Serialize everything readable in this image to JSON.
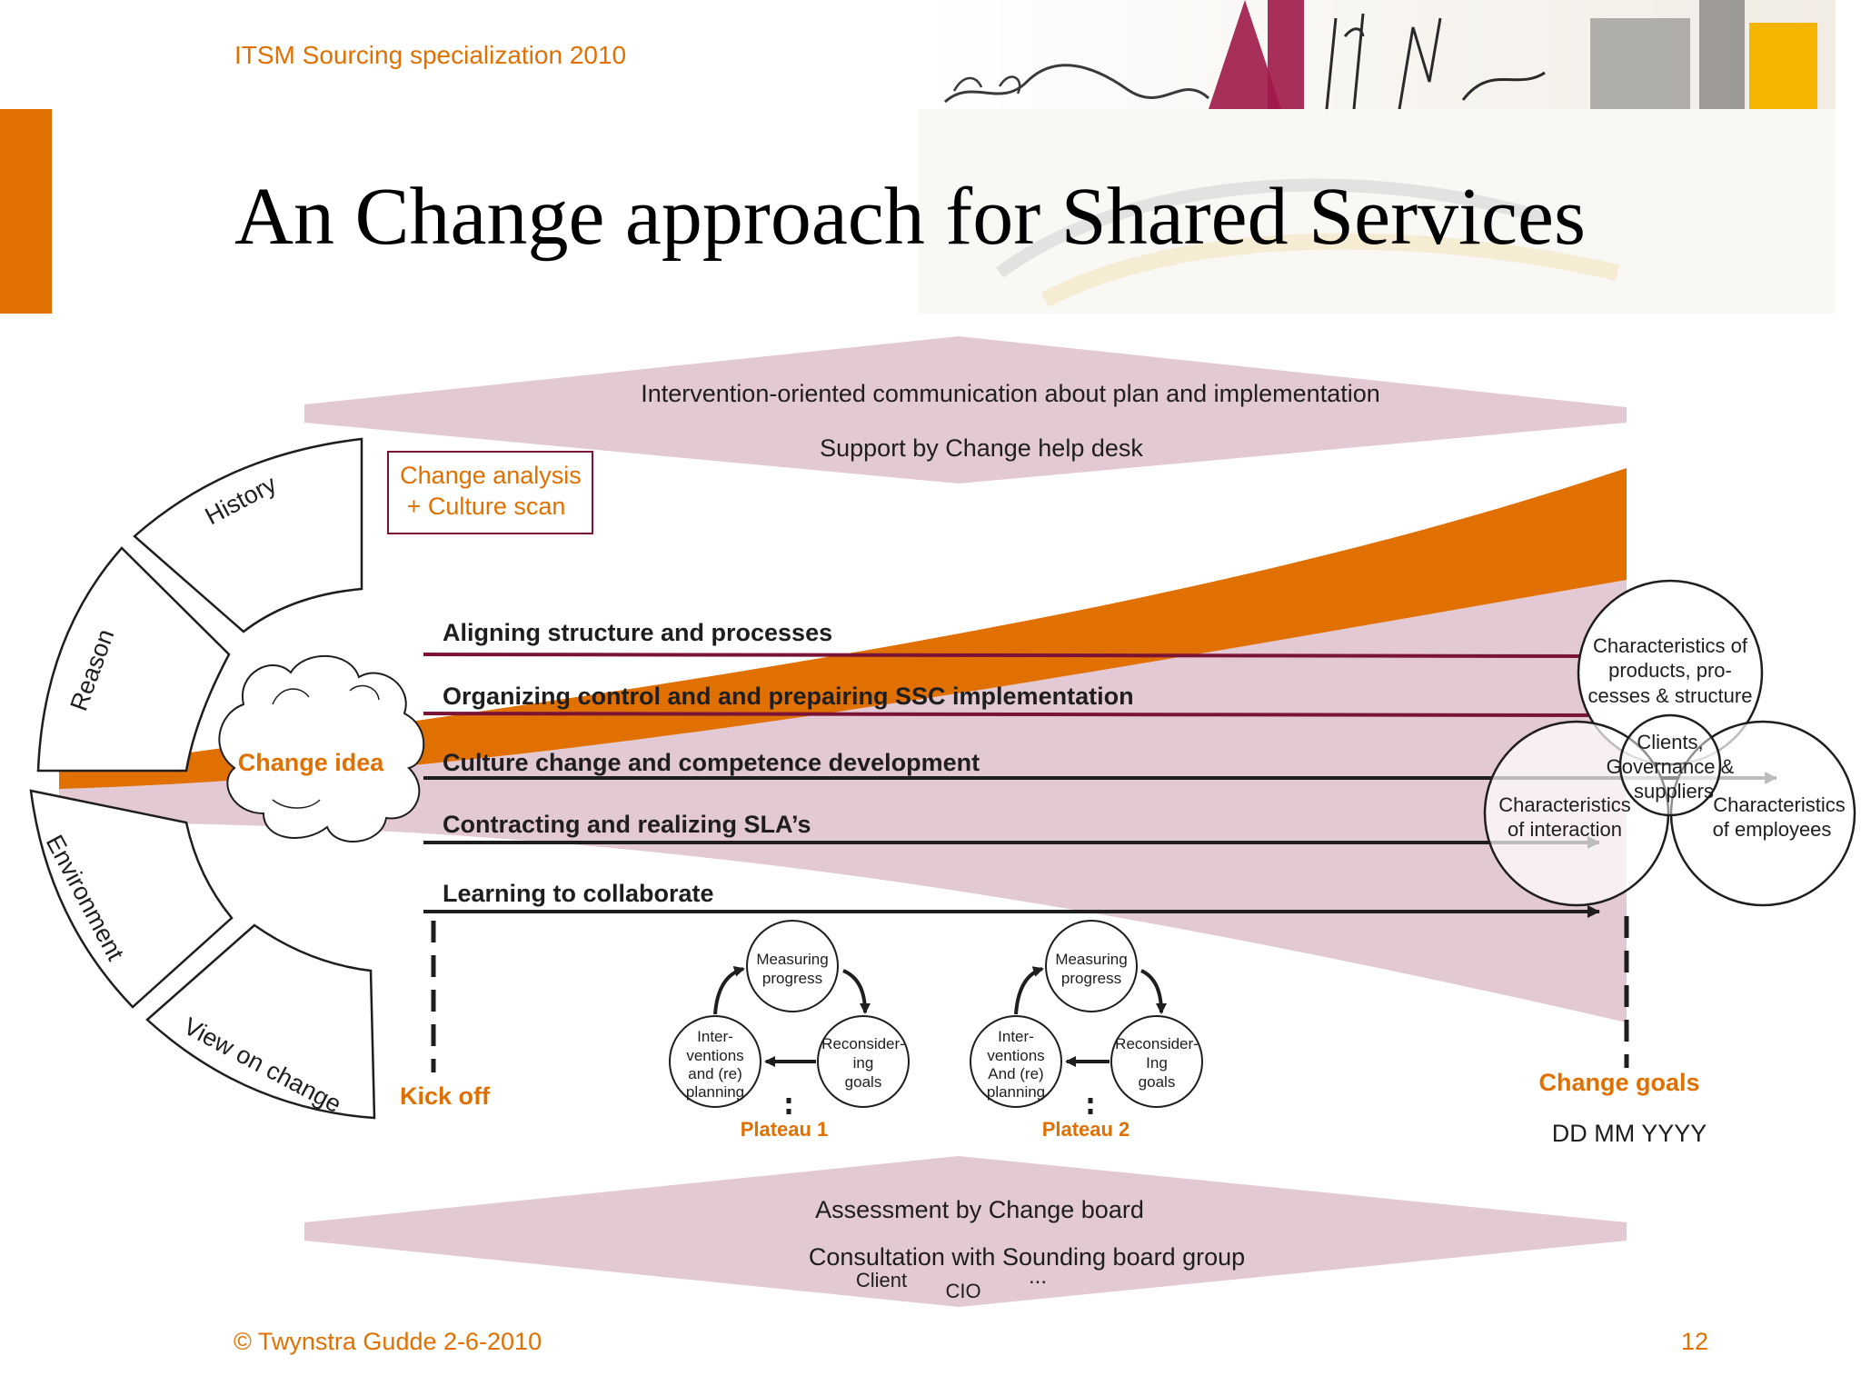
{
  "header": {
    "course_label": "ITSM Sourcing specialization 2010",
    "title": "An Change approach for Shared Services"
  },
  "top_banner": {
    "line1": "Intervention-oriented communication about plan and implementation",
    "line2": "Support by Change help desk"
  },
  "analysis_box": {
    "line1": "Change analysis",
    "line2": "+ Culture scan"
  },
  "arc_segments": [
    "History",
    "Reason",
    "Environment",
    "View on change"
  ],
  "cloud_label": "Change idea",
  "streams": [
    "Aligning structure and processes",
    "Organizing control and  and prepairing SSC implementation",
    "Culture change and competence development",
    "Contracting and realizing SLA’s",
    "Learning to collaborate"
  ],
  "kickoff_label": "Kick off",
  "plateaus": [
    {
      "label": "Plateau 1",
      "top": [
        "Measuring",
        "progress"
      ],
      "right": [
        "Reconsider-",
        "ing",
        "goals"
      ],
      "left": [
        "Inter-",
        "ventions",
        "and (re)",
        "planning"
      ]
    },
    {
      "label": "Plateau 2",
      "top": [
        "Measuring",
        "progress"
      ],
      "right": [
        "Reconsider-",
        "Ing",
        "goals"
      ],
      "left": [
        "Inter-",
        "ventions",
        "And (re)",
        "planning"
      ]
    }
  ],
  "venn": {
    "top": [
      "Characteristics of",
      "products, pro-",
      "cesses &  structure"
    ],
    "center": [
      "Clients,",
      "Governance &",
      "suppliers"
    ],
    "left": [
      "Characteristics",
      "of  interaction"
    ],
    "right": [
      "Characteristics",
      "of  employees"
    ]
  },
  "goals_label": "Change goals",
  "date_label": "DD MM YYYY",
  "bottom_banner": {
    "line1": "Assessment by Change board",
    "line2": "Consultation with Sounding board group",
    "client": "Client",
    "cio": "CIO",
    "more": "..."
  },
  "footer": {
    "copyright": "© Twynstra Gudde  2-6-2010",
    "page_number": "12"
  },
  "colors": {
    "orange": "#E07000",
    "pink": "#E3C9D3",
    "maroon": "#7A1436",
    "dark": "#1E1E1E"
  }
}
